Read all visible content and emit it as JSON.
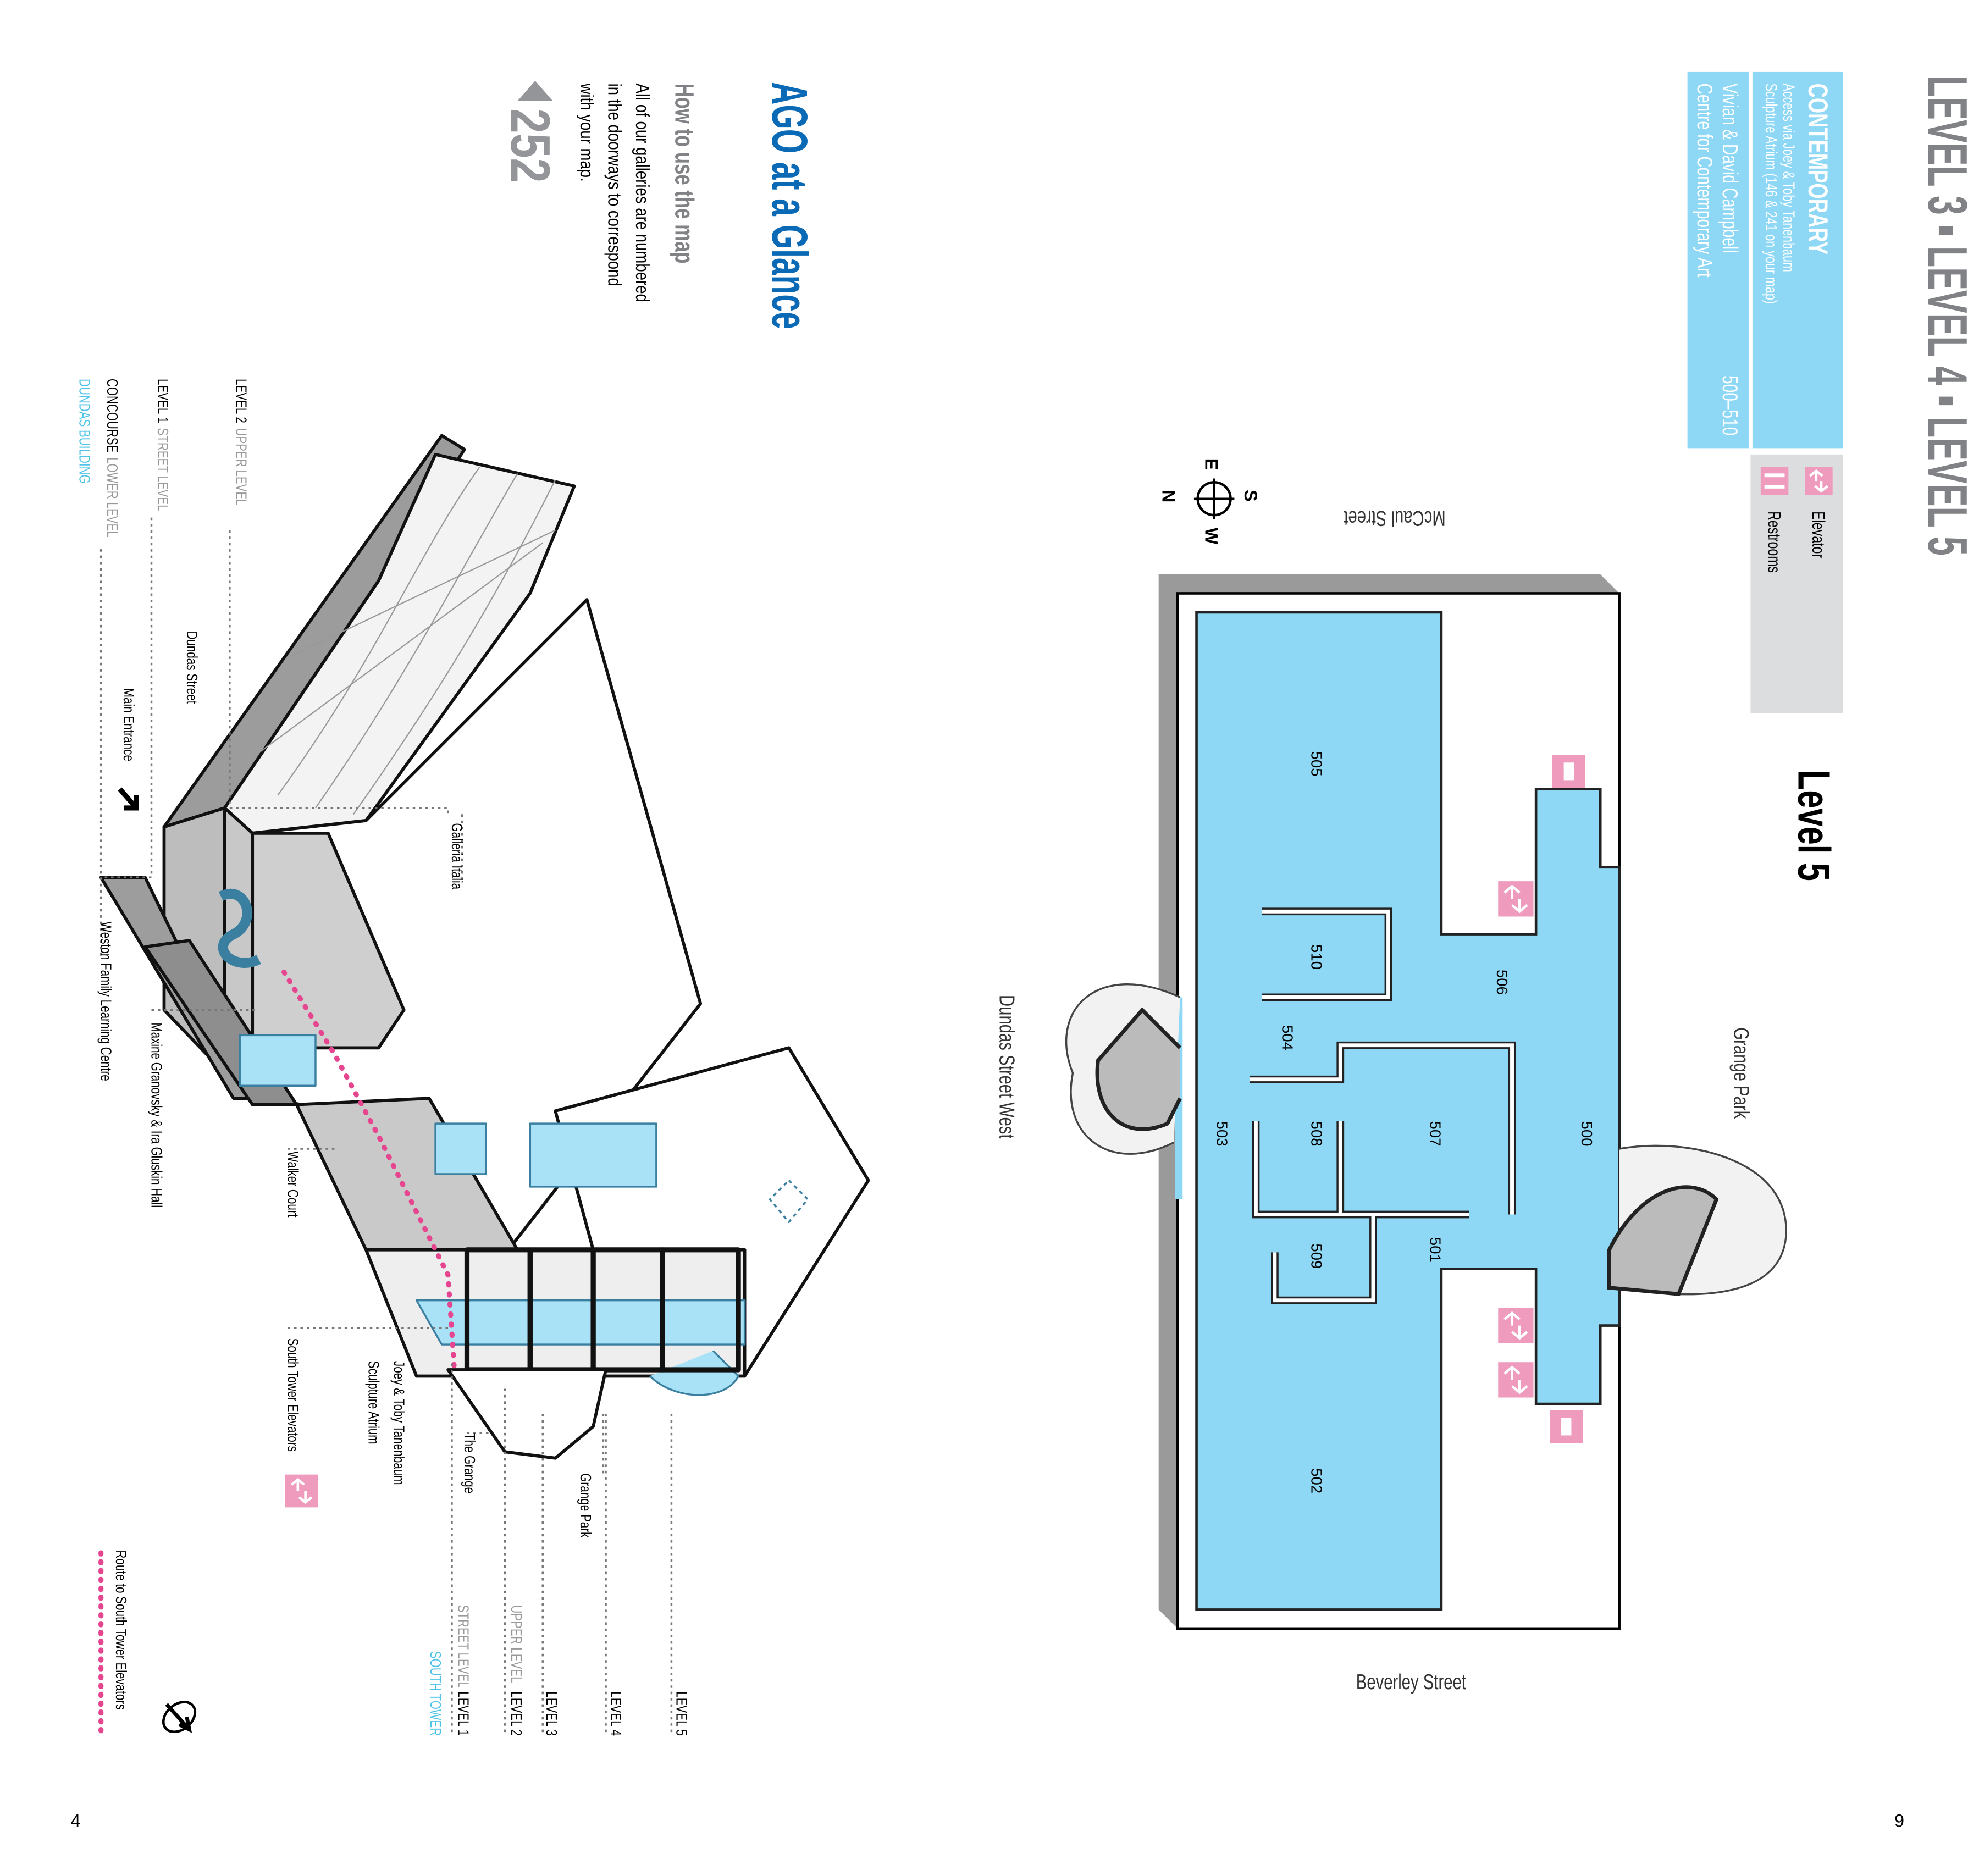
{
  "right_page": {
    "header": "LEVEL 3 ▪ LEVEL 4 ▪ LEVEL 5",
    "section": {
      "title": "CONTEMPORARY",
      "access_line1": "Access via Joey & Toby Tanenbaum",
      "access_line2": "Sculpture Atrium (146 & 241 on your map)",
      "gallery_line1": "Vivian & David Campbell",
      "gallery_line2": "Centre for Contemporary Art",
      "gallery_range": "500–510"
    },
    "legend": {
      "elevator": "Elevator",
      "restrooms": "Restrooms"
    },
    "level_title": "Level 5",
    "compass": {
      "n": "N",
      "s": "S",
      "e": "E",
      "w": "W"
    },
    "streets": {
      "north": "McCaul Street",
      "west": "Dundas Street West",
      "east": "Grange Park",
      "south": "Beverley Street"
    },
    "rooms": [
      "500",
      "501",
      "502",
      "503",
      "504",
      "505",
      "506",
      "507",
      "508",
      "509",
      "510"
    ],
    "page_number": "9"
  },
  "left_page": {
    "title": "AGO at a Glance",
    "howto_title": "How to use the map",
    "howto_lines": [
      "All of our galleries are numbered",
      "in the doorways to correspond",
      "with your map."
    ],
    "example_number": "252",
    "levels_left": {
      "l2": "LEVEL 2",
      "l2_sub": "UPPER LEVEL",
      "l1": "LEVEL 1",
      "l1_sub": "STREET LEVEL",
      "c": "CONCOURSE",
      "c_sub": "LOWER LEVEL",
      "building": "DUNDAS BUILDING"
    },
    "callouts": {
      "dundas": "Dundas Street",
      "entrance": "Main Entrance",
      "galleria": "Galleria Italia",
      "weston": "Weston Family Learning Centre",
      "maxine": "Maxine Granovsky & Ira Gluskin Hall",
      "walker": "Walker Court",
      "south_elev": "South Tower Elevators",
      "atrium1": "Joey & Toby Tanenbaum",
      "atrium2": "Sculpture Atrium",
      "grange": "The Grange",
      "grange_park": "Grange Park"
    },
    "levels_right": {
      "l5": "LEVEL 5",
      "l4": "LEVEL 4",
      "l3": "LEVEL 3",
      "l2": "LEVEL 2",
      "l2_sub": "UPPER LEVEL",
      "l1": "LEVEL 1",
      "l1_sub": "STREET LEVEL",
      "tower": "SOUTH TOWER"
    },
    "route_legend": "Route to South Tower Elevators",
    "page_number": "4"
  },
  "colors": {
    "blue": "#8fd8f5",
    "title_blue": "#0a6ab6",
    "pink": "#ef9bbd",
    "gray": "#808285",
    "route": "#e6468f",
    "cyan": "#4fc3e8"
  }
}
